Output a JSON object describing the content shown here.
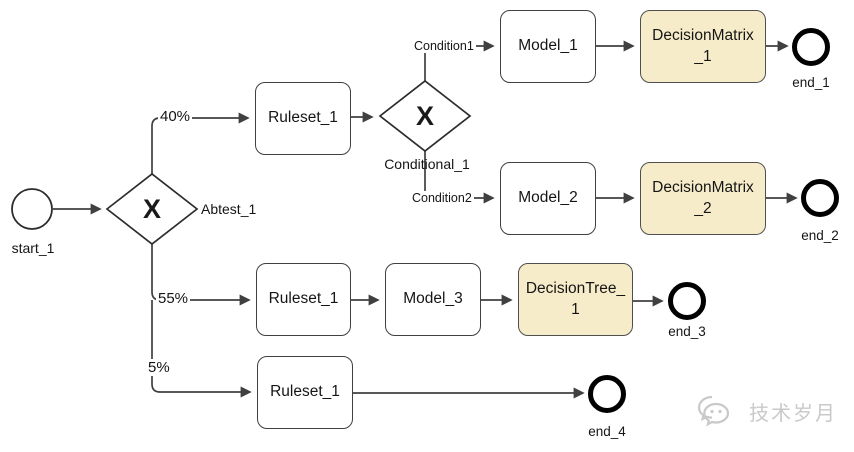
{
  "diagram": {
    "nodes": {
      "start": {
        "label": "start_1"
      },
      "abtest_gateway": {
        "symbol": "X",
        "label": "Abtest_1"
      },
      "conditional_gateway": {
        "symbol": "X",
        "label": "Conditional_1"
      },
      "ruleset_40": {
        "label": "Ruleset_1"
      },
      "model_1": {
        "label": "Model_1"
      },
      "decision_matrix_1": {
        "line1": "DecisionMatrix",
        "line2": "_1"
      },
      "model_2": {
        "label": "Model_2"
      },
      "decision_matrix_2": {
        "line1": "DecisionMatrix",
        "line2": "_2"
      },
      "ruleset_55": {
        "label": "Ruleset_1"
      },
      "model_3": {
        "label": "Model_3"
      },
      "decision_tree_1": {
        "line1": "DecisionTree_",
        "line2": "1"
      },
      "ruleset_5": {
        "label": "Ruleset_1"
      },
      "end_1": {
        "label": "end_1"
      },
      "end_2": {
        "label": "end_2"
      },
      "end_3": {
        "label": "end_3"
      },
      "end_4": {
        "label": "end_4"
      }
    },
    "edge_labels": {
      "pct_40": "40%",
      "pct_55": "55%",
      "pct_5": "5%",
      "condition_1": "Condition1",
      "condition_2": "Condition2"
    },
    "watermark": {
      "text": "技术岁月"
    },
    "colors": {
      "background": "#ffffff",
      "task_fill": "#ffffff",
      "highlight_fill": "#f7ecca",
      "stroke": "#404040",
      "end_ring": "#000000",
      "watermark": "#c9c9c9"
    }
  }
}
